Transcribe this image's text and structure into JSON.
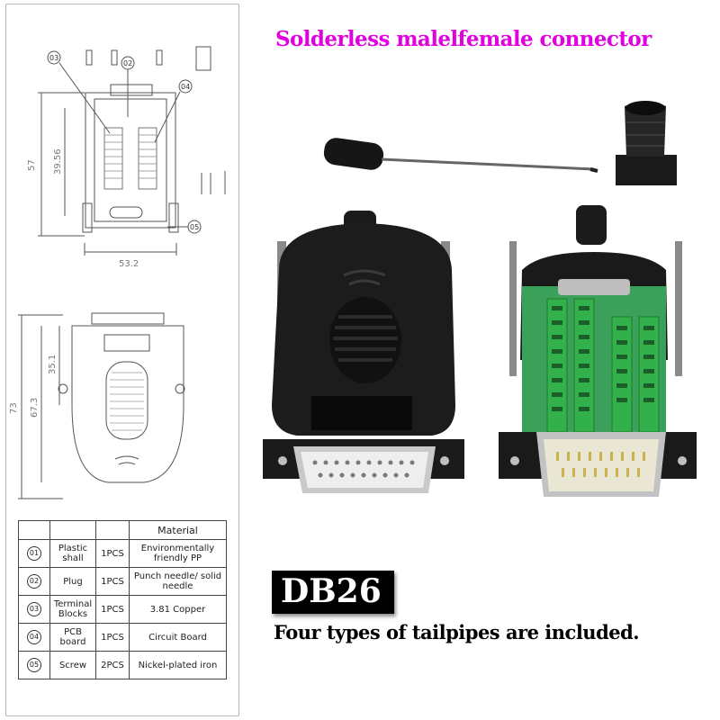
{
  "header": {
    "title": "Solderless malelfemale connector"
  },
  "product": {
    "model": "DB26",
    "note": "Four types of tailpipes are included."
  },
  "drawing": {
    "callouts": [
      "03",
      "02",
      "04",
      "05"
    ],
    "dimensions": {
      "height_total": "57",
      "height_inner": "39.56",
      "width_bottom": "53.2",
      "cover_height": "73",
      "cover_inner": "67.3",
      "cover_window": "35.1"
    }
  },
  "materials_table": {
    "headers": [
      "",
      "",
      "",
      "Material"
    ],
    "rows": [
      {
        "num": "01",
        "name": "Plastic shall",
        "qty": "1PCS",
        "material": "Environmentally friendly PP"
      },
      {
        "num": "02",
        "name": "Plug",
        "qty": "1PCS",
        "material": "Punch needle/ solid needle"
      },
      {
        "num": "03",
        "name": "Terminal Blocks",
        "qty": "1PCS",
        "material": "3.81 Copper"
      },
      {
        "num": "04",
        "name": "PCB board",
        "qty": "1PCS",
        "material": "Circuit Board"
      },
      {
        "num": "05",
        "name": "Screw",
        "qty": "2PCS",
        "material": "Nickel-plated iron"
      }
    ]
  },
  "colors": {
    "title": "#e000e0",
    "terminal_green": "#32b04a",
    "pcb_green": "#3aa05a",
    "housing": "#1a1a1a"
  }
}
